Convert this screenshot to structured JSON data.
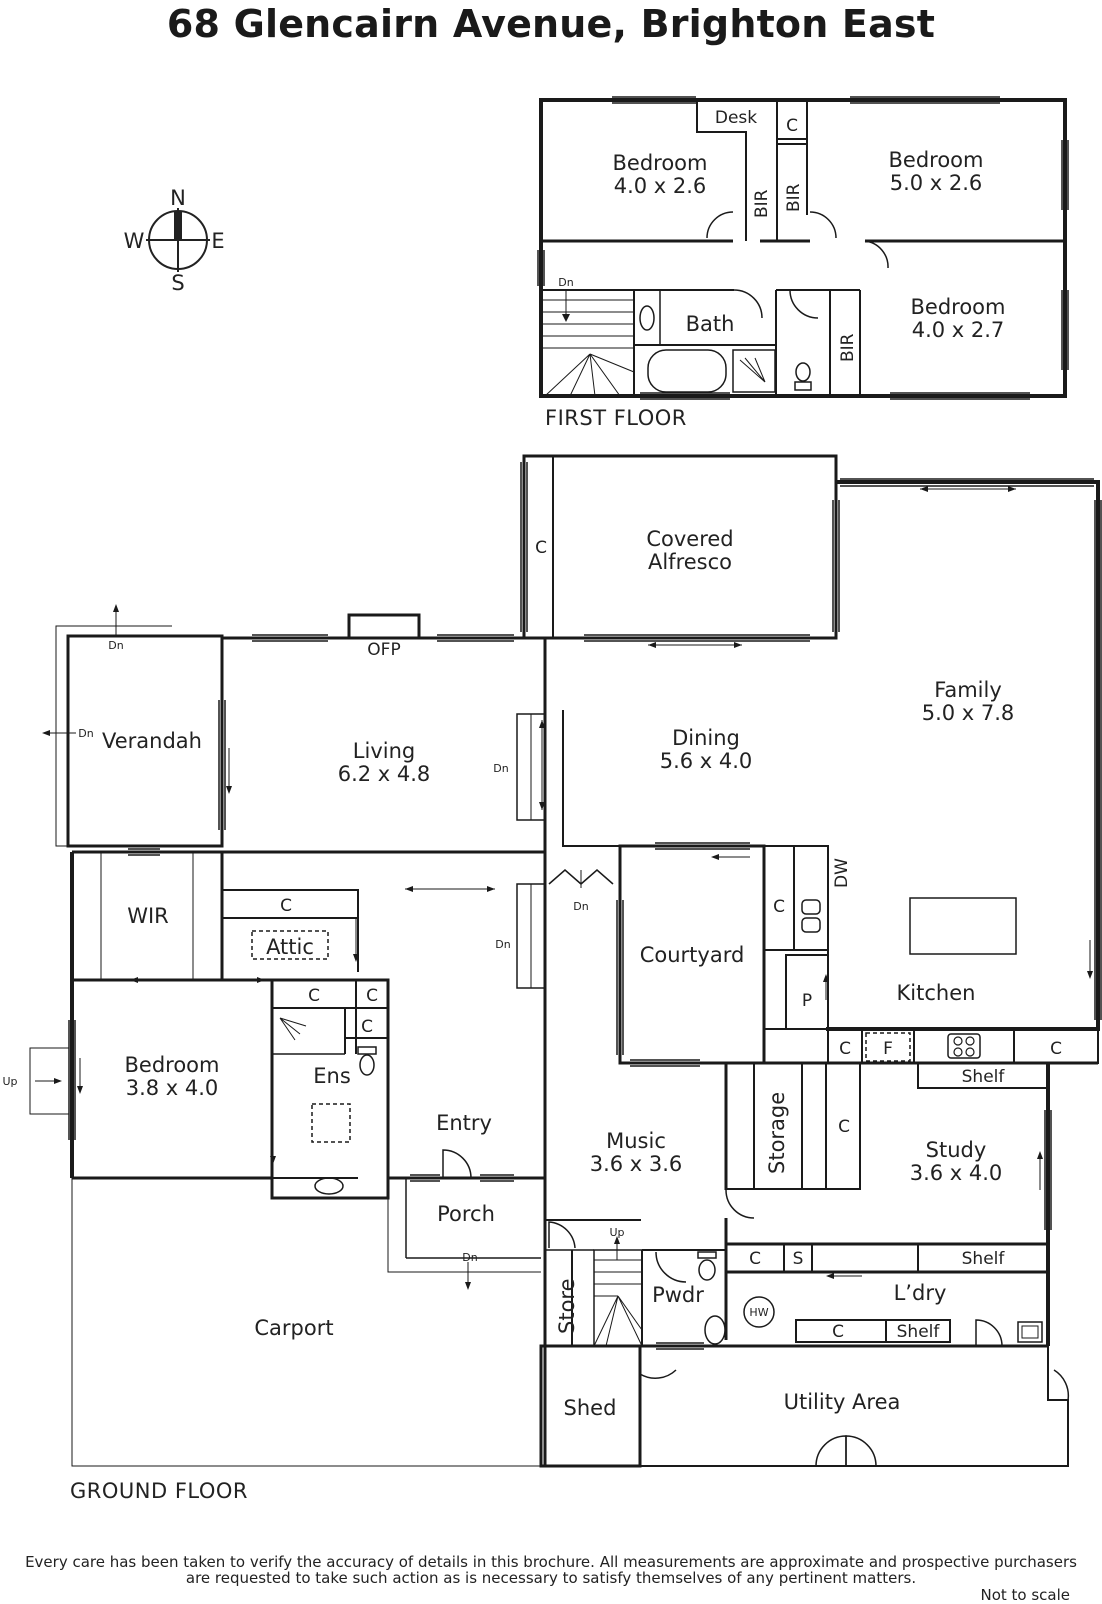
{
  "title": "68 Glencairn Avenue, Brighton East",
  "compass": {
    "n": "N",
    "s": "S",
    "e": "E",
    "w": "W"
  },
  "first_floor": {
    "label": "FIRST FLOOR",
    "desk": "Desk",
    "c": "C",
    "bed1": {
      "name": "Bedroom",
      "size": "4.0 x 2.6"
    },
    "bed2": {
      "name": "Bedroom",
      "size": "5.0 x 2.6"
    },
    "bed3": {
      "name": "Bedroom",
      "size": "4.0 x 2.7"
    },
    "bir": "BIR",
    "bath": "Bath",
    "dn": "Dn"
  },
  "ground_floor": {
    "label": "GROUND FLOOR",
    "alfresco": {
      "line1": "Covered",
      "line2": "Alfresco"
    },
    "alfresco_c": "C",
    "family": {
      "name": "Family",
      "size": "5.0 x 7.8"
    },
    "dining": {
      "name": "Dining",
      "size": "5.6 x 4.0"
    },
    "living": {
      "name": "Living",
      "size": "6.2 x 4.8"
    },
    "ofp": "OFP",
    "verandah": "Verandah",
    "wir": "WIR",
    "c": "C",
    "attic": "Attic",
    "bedroom": {
      "name": "Bedroom",
      "size": "3.8 x 4.0"
    },
    "ens": "Ens",
    "entry": "Entry",
    "porch": "Porch",
    "carport": "Carport",
    "courtyard": "Courtyard",
    "kitchen": "Kitchen",
    "dw": "DW",
    "p": "P",
    "f": "F",
    "shelf": "Shelf",
    "storage": "Storage",
    "study": {
      "name": "Study",
      "size": "3.6 x 4.0"
    },
    "music": {
      "name": "Music",
      "size": "3.6 x 3.6"
    },
    "s": "S",
    "laundry": "L’dry",
    "hw": "HW",
    "pwdr": "Pwdr",
    "store": "Store",
    "shed": "Shed",
    "utility": "Utility Area",
    "dn": "Dn",
    "up": "Up"
  },
  "disclaimer": {
    "line1": "Every care has been taken to verify the accuracy of details in this brochure.  All measurements are approximate and prospective purchasers",
    "line2": "are requested to take such action as is necessary to satisfy themselves of any pertinent matters."
  },
  "not_to_scale": "Not to scale"
}
